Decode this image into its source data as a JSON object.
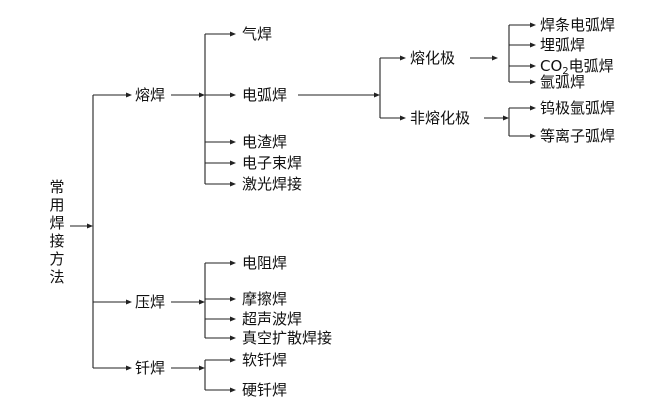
{
  "root": {
    "label": "常用焊接方法"
  },
  "level1": {
    "fusion": "熔焊",
    "pressure": "压焊",
    "brazing": "钎焊"
  },
  "fusion": {
    "gas": "气焊",
    "arc": "电弧焊",
    "electroslag": "电渣焊",
    "ebeam": "电子束焊",
    "laser": "激光焊接"
  },
  "arc": {
    "consumable": "熔化极",
    "nonconsumable": "非熔化极"
  },
  "consumable": {
    "smaw": "焊条电弧焊",
    "saw": "埋弧焊",
    "co2_prefix": "CO",
    "co2_sub": "2",
    "co2_suffix": "电弧焊",
    "argon": "氩弧焊"
  },
  "nonconsumable": {
    "tig": "钨极氩弧焊",
    "plasma": "等离子弧焊"
  },
  "pressure": {
    "resistance": "电阻焊",
    "friction": "摩擦焊",
    "ultrasonic": "超声波焊",
    "diffusion": "真空扩散焊接"
  },
  "brazing": {
    "soft": "软钎焊",
    "hard": "硬钎焊"
  }
}
